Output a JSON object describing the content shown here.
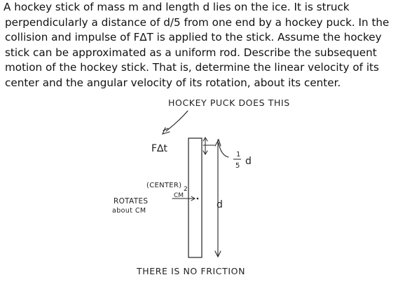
{
  "problem": {
    "lines": [
      "A hockey stick of mass m and length d lies on the ice. It is struck",
      "perpendicularly a distance of d/5 from one end by a hockey puck. In the",
      "collision and impulse of F∆T is applied to the stick. Assume the hockey",
      "stick can be approximated as a uniform rod. Describe the subsequent",
      "motion of the hockey stick. That is, determine the linear velocity of its",
      "center and the angular velocity of its rotation, about its center."
    ]
  },
  "diagram": {
    "puck_label": "HOCKEY PUCK DOES THIS",
    "impulse_label": "F∆t",
    "offset_numerator": "1",
    "offset_denominator": "5",
    "offset_variable": "d",
    "center_label": "(CENTER)",
    "center_subscript": "2",
    "cm_label": "CM",
    "length_label": "d",
    "rotates_label": "ROTATES",
    "about_label": "about CM",
    "friction_label": "THERE IS NO FRICTION"
  }
}
